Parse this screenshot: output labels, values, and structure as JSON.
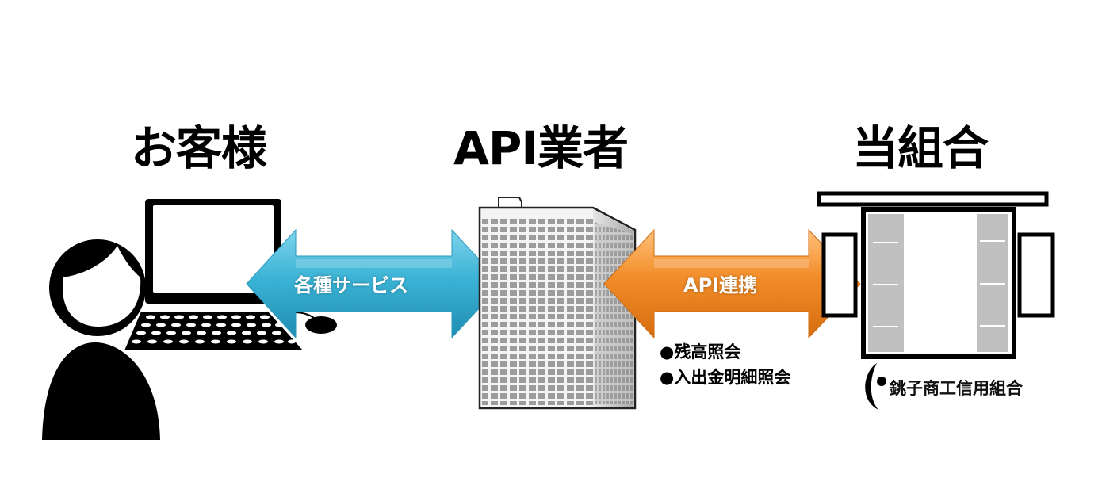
{
  "headings": {
    "customer": "お客様",
    "vendor": "API業者",
    "union": "当組合"
  },
  "arrows": {
    "services": {
      "label": "各種サービス",
      "color": "#3bb3d6"
    },
    "api": {
      "label": "API連携",
      "color": "#f28c28"
    }
  },
  "api_features": [
    "●残高照会",
    "●入出金明細照会"
  ],
  "union_logo": {
    "name": "銚子商工信用組合"
  }
}
